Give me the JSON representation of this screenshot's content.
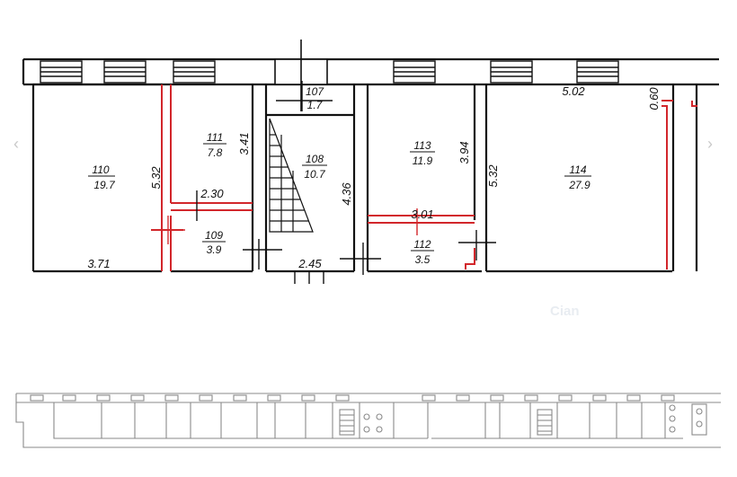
{
  "colors": {
    "wall": "#111111",
    "partition": "#d2262b",
    "thumb": "#8a8a8a",
    "ink": "#111111"
  },
  "rooms": [
    {
      "id": "110",
      "number": "110",
      "area": "19.7"
    },
    {
      "id": "111",
      "number": "111",
      "area": "7.8"
    },
    {
      "id": "107",
      "number": "107",
      "area": "1.7"
    },
    {
      "id": "108",
      "number": "108",
      "area": "10.7"
    },
    {
      "id": "109",
      "number": "109",
      "area": "3.9"
    },
    {
      "id": "113",
      "number": "113",
      "area": "11.9"
    },
    {
      "id": "112",
      "number": "112",
      "area": "3.5"
    },
    {
      "id": "114",
      "number": "114",
      "area": "27.9"
    }
  ],
  "dimensions": [
    {
      "id": "d1",
      "text": "5.32"
    },
    {
      "id": "d2",
      "text": "3.41"
    },
    {
      "id": "d3",
      "text": "2.30"
    },
    {
      "id": "d4",
      "text": "3.71"
    },
    {
      "id": "d5",
      "text": "4.36"
    },
    {
      "id": "d6",
      "text": "2.45"
    },
    {
      "id": "d7",
      "text": "3.94"
    },
    {
      "id": "d8",
      "text": "3.01"
    },
    {
      "id": "d9",
      "text": "5.32"
    },
    {
      "id": "d10",
      "text": "5.02"
    },
    {
      "id": "d11",
      "text": "0.60"
    }
  ],
  "nav": {
    "prev_icon": "chevron-left-icon",
    "next_icon": "chevron-right-icon",
    "prev_glyph": "‹",
    "next_glyph": "›"
  },
  "watermark": {
    "text": "Cian"
  }
}
